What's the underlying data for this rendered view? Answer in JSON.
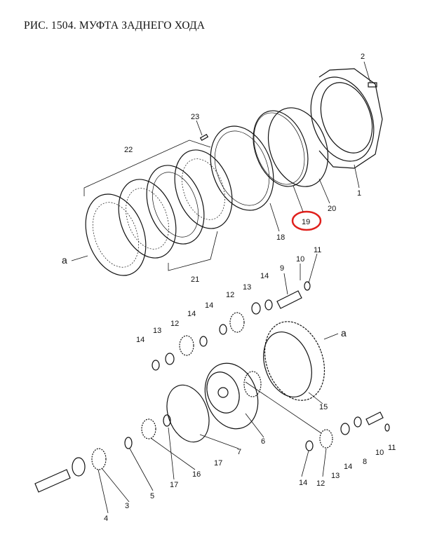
{
  "title": "РИС. 1504. МУФТА ЗАДНЕГО ХОДА",
  "highlight_color": "#e0201c",
  "highlighted_label": "19",
  "callouts": [
    "2",
    "1",
    "20",
    "19",
    "23",
    "22",
    "18",
    "21",
    "a",
    "11",
    "10",
    "9",
    "14",
    "13",
    "12",
    "14",
    "14",
    "12",
    "13",
    "14",
    "a",
    "15",
    "6",
    "7",
    "17",
    "16",
    "17",
    "5",
    "3",
    "4",
    "14",
    "12",
    "13",
    "14",
    "8",
    "10",
    "11"
  ]
}
